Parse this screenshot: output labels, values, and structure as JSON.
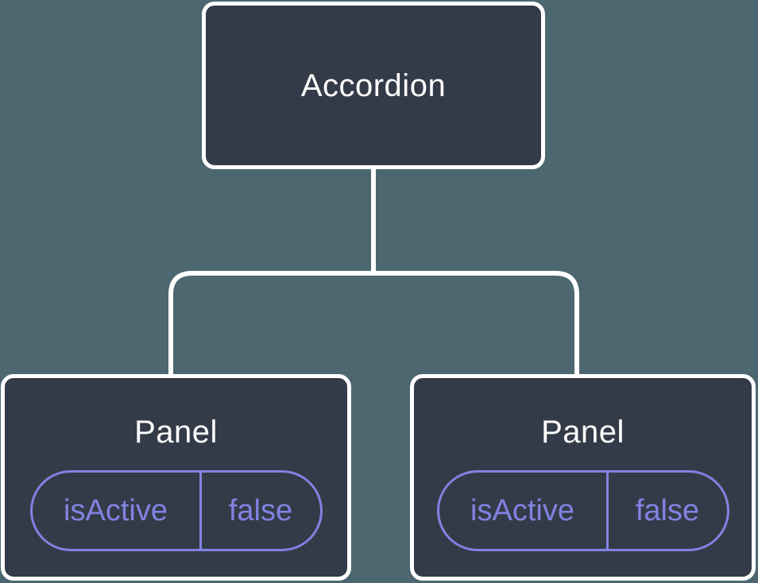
{
  "colors": {
    "canvas-bg": "#4d6770",
    "node-bg": "#343b48",
    "node-border": "#ffffff",
    "line-color": "#ffffff",
    "accent-purple": "#8083e2"
  },
  "tree": {
    "root": {
      "label": "Accordion"
    },
    "children": [
      {
        "label": "Panel",
        "state": {
          "key": "isActive",
          "value": "false"
        }
      },
      {
        "label": "Panel",
        "state": {
          "key": "isActive",
          "value": "false"
        }
      }
    ]
  }
}
